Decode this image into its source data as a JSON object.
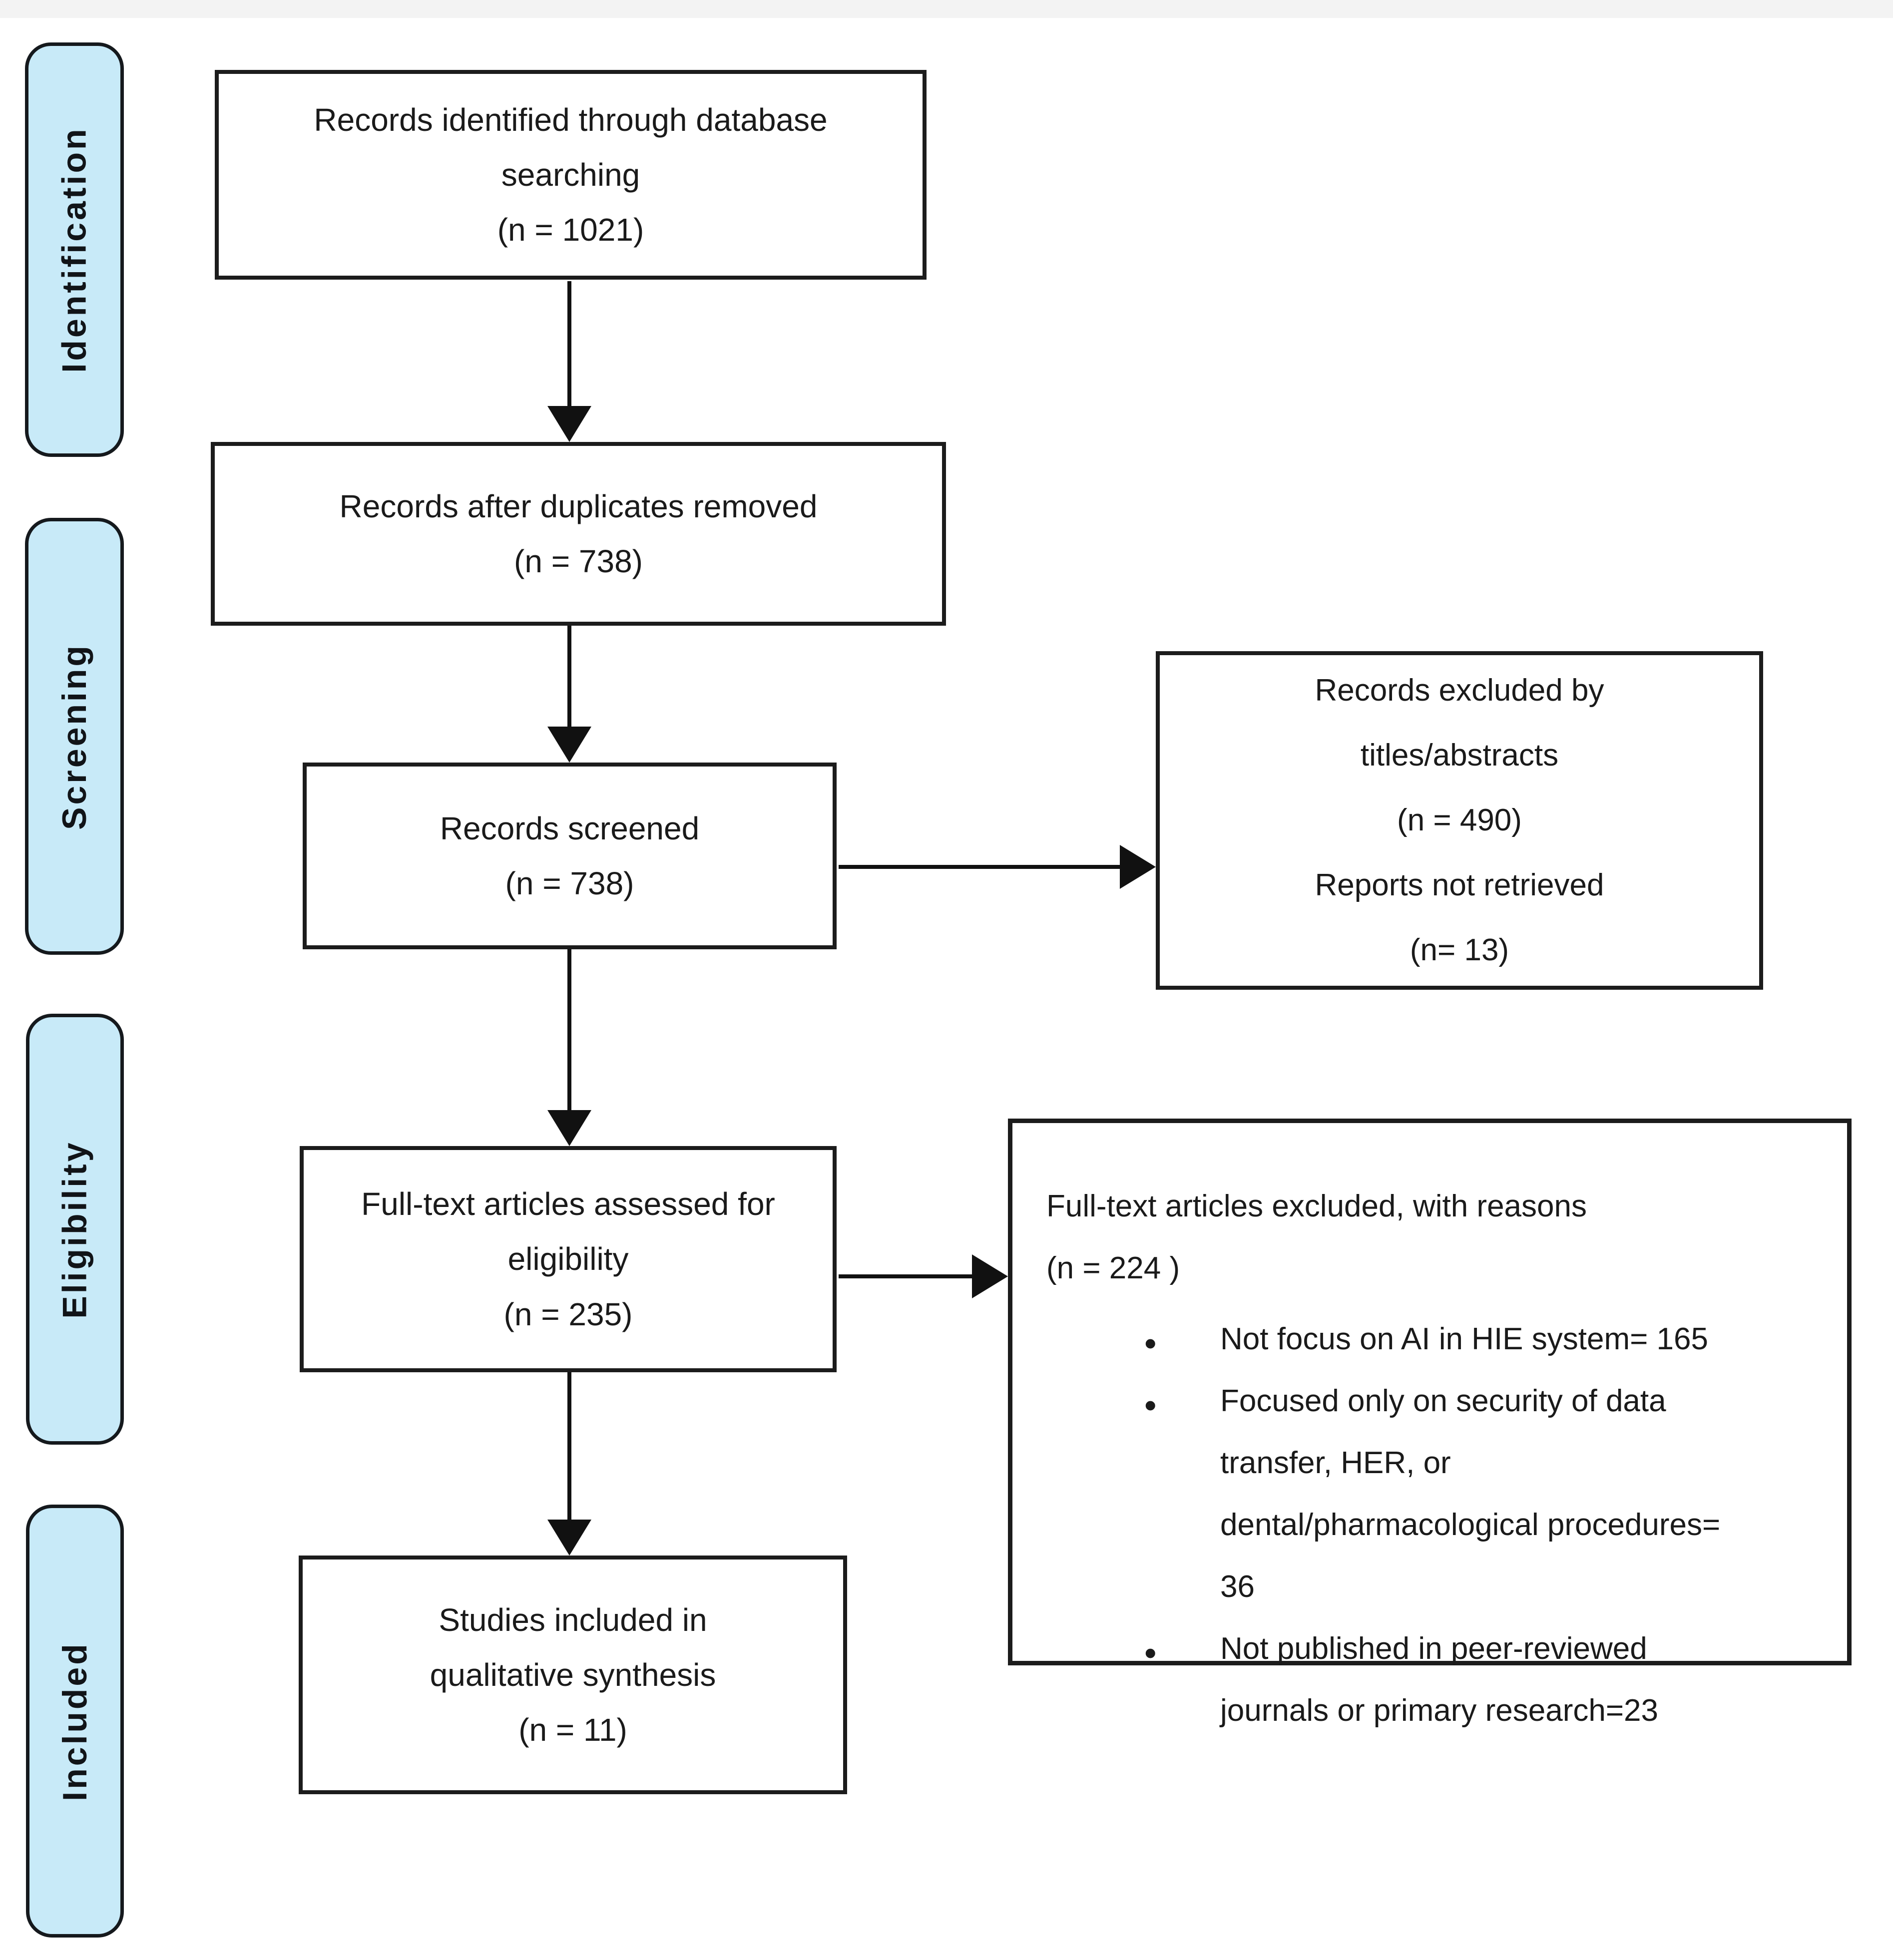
{
  "diagram": {
    "type": "prisma-flowchart",
    "stages": [
      {
        "label": "Identification"
      },
      {
        "label": "Screening"
      },
      {
        "label": "Eligibility"
      },
      {
        "label": "Included"
      }
    ],
    "flow_boxes": [
      {
        "id": "records-identified",
        "lines": [
          "Records identified through database",
          "searching",
          "(n = 1021)"
        ]
      },
      {
        "id": "duplicates-removed",
        "lines": [
          "Records after duplicates removed",
          "(n = 738)"
        ]
      },
      {
        "id": "records-screened",
        "lines": [
          "Records screened",
          "(n = 738)"
        ]
      },
      {
        "id": "fulltext-assessed",
        "lines": [
          "Full-text articles assessed for",
          "eligibility",
          "(n = 235)"
        ]
      },
      {
        "id": "studies-included",
        "lines": [
          "Studies included in",
          "qualitative synthesis",
          "(n = 11)"
        ]
      }
    ],
    "exclusion_boxes": [
      {
        "id": "records-excluded",
        "lines": [
          "Records excluded by",
          "titles/abstracts",
          "(n = 490)",
          "Reports not retrieved",
          "(n= 13)"
        ]
      },
      {
        "id": "fulltext-excluded",
        "intro_lines": [
          "Full-text articles excluded, with reasons",
          "(n = 224 )"
        ],
        "bullets": [
          "Not focus on AI in HIE system= 165",
          "Focused only on security of data transfer, HER, or dental/pharmacological procedures= 36",
          "Not published in peer-reviewed journals or primary research=23"
        ]
      }
    ],
    "colors": {
      "stage_fill": "#c8eaf8",
      "stage_border": "#15191d",
      "box_border": "#1c1c1c",
      "box_fill": "#ffffff",
      "arrow": "#111111",
      "text": "#1a1a1a",
      "background": "#ffffff"
    }
  }
}
